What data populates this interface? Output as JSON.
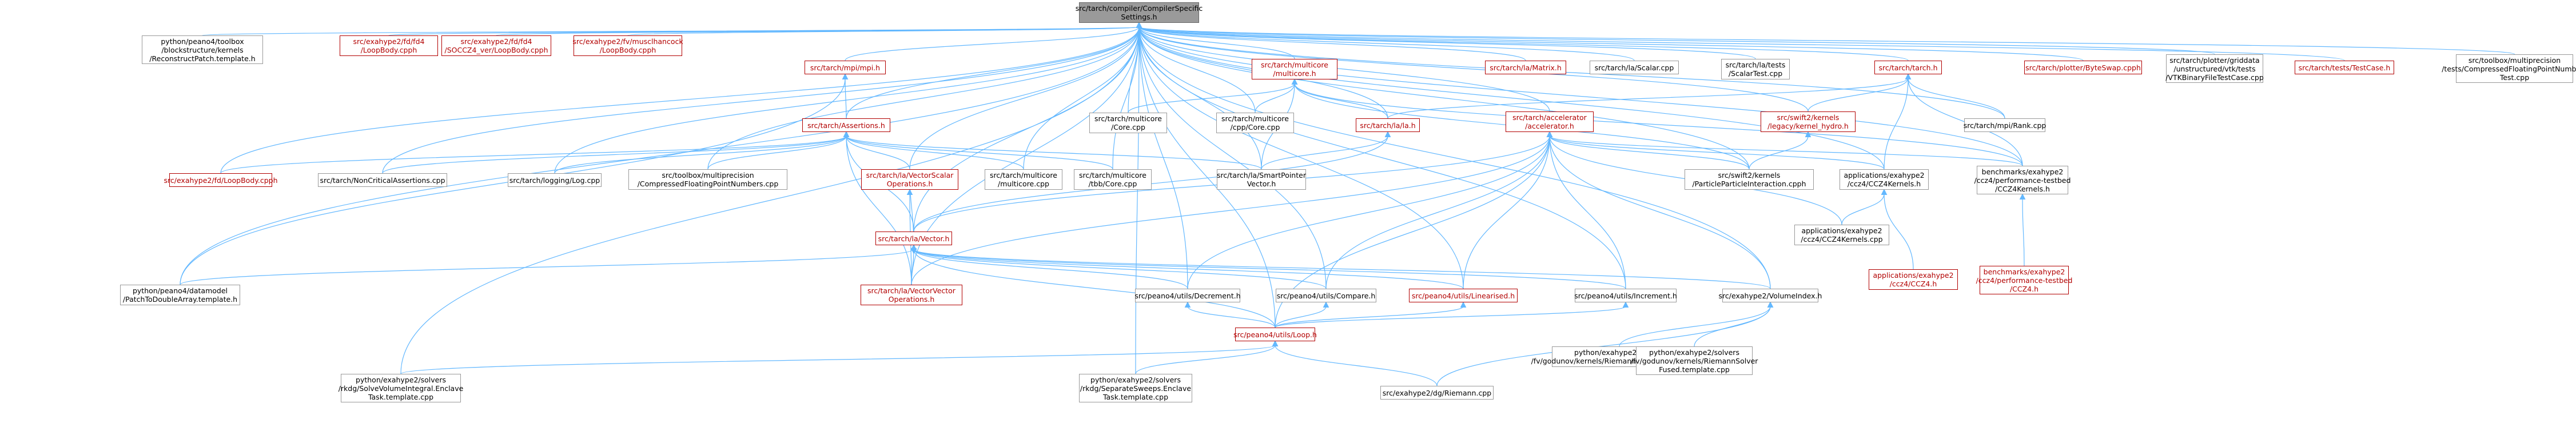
{
  "graph": {
    "edge_color": "#63b8ff",
    "nodes": {
      "root": {
        "label": "src/tarch/compiler/CompilerSpecific\nSettings.h",
        "style": "root"
      },
      "recon": {
        "label": "python/peano4/toolbox\n/blockstructure/kernels\n/ReconstructPatch.template.h",
        "style": "normal"
      },
      "fd4loop": {
        "label": "src/exahype2/fd/fd4\n/LoopBody.cpph",
        "style": "red"
      },
      "fd4soccz4": {
        "label": "src/exahype2/fd/fd4\n/SOCCZ4_ver/LoopBody.cpph",
        "style": "red"
      },
      "musclhancock": {
        "label": "src/exahype2/fv/musclhancock\n/LoopBody.cpph",
        "style": "red"
      },
      "mpih": {
        "label": "src/tarch/mpi/mpi.h",
        "style": "red"
      },
      "assertions": {
        "label": "src/tarch/Assertions.h",
        "style": "red"
      },
      "fdloop": {
        "label": "src/exahype2/fd/LoopBody.cpph",
        "style": "red"
      },
      "noncrit": {
        "label": "src/tarch/NonCriticalAssertions.cpp",
        "style": "normal"
      },
      "logcpp": {
        "label": "src/tarch/logging/Log.cpp",
        "style": "normal"
      },
      "compfloat": {
        "label": "src/toolbox/multiprecision\n/CompressedFloatingPointNumbers.cpp",
        "style": "normal"
      },
      "vecscalar": {
        "label": "src/tarch/la/VectorScalar\nOperations.h",
        "style": "red"
      },
      "mcmulticore": {
        "label": "src/tarch/multicore\n/multicore.cpp",
        "style": "normal"
      },
      "tbbcore": {
        "label": "src/tarch/multicore\n/tbb/Core.cpp",
        "style": "normal"
      },
      "smartptr": {
        "label": "src/tarch/la/SmartPointer\nVector.h",
        "style": "normal"
      },
      "multicoreh": {
        "label": "src/tarch/multicore\n/multicore.h",
        "style": "red"
      },
      "corecpp": {
        "label": "src/tarch/multicore\n/Core.cpp",
        "style": "normal"
      },
      "cppcore": {
        "label": "src/tarch/multicore\n/cpp/Core.cpp",
        "style": "normal"
      },
      "lah": {
        "label": "src/tarch/la/la.h",
        "style": "red"
      },
      "accel": {
        "label": "src/tarch/accelerator\n/accelerator.h",
        "style": "red"
      },
      "matrix": {
        "label": "src/tarch/la/Matrix.h",
        "style": "red"
      },
      "scalarcpp": {
        "label": "src/tarch/la/Scalar.cpp",
        "style": "normal"
      },
      "scalartest": {
        "label": "src/tarch/la/tests\n/ScalarTest.cpp",
        "style": "normal"
      },
      "tarchh": {
        "label": "src/tarch/tarch.h",
        "style": "red"
      },
      "hydro": {
        "label": "src/swift2/kernels\n/legacy/kernel_hydro.h",
        "style": "red"
      },
      "rank": {
        "label": "src/tarch/mpi/Rank.cpp",
        "style": "normal"
      },
      "particle": {
        "label": "src/swift2/kernels\n/ParticleParticleInteraction.cpph",
        "style": "normal"
      },
      "ccz4kh": {
        "label": "applications/exahype2\n/ccz4/CCZ4Kernels.h",
        "style": "normal"
      },
      "benchkh": {
        "label": "benchmarks/exahype2\n/ccz4/performance-testbed\n/CCZ4Kernels.h",
        "style": "normal"
      },
      "ccz4kcpp": {
        "label": "applications/exahype2\n/ccz4/CCZ4Kernels.cpp",
        "style": "normal"
      },
      "ccz4h": {
        "label": "applications/exahype2\n/ccz4/CCZ4.h",
        "style": "red"
      },
      "benchccz4h": {
        "label": "benchmarks/exahype2\n/ccz4/performance-testbed\n/CCZ4.h",
        "style": "red"
      },
      "byteswap": {
        "label": "src/tarch/plotter/ByteSwap.cpph",
        "style": "red"
      },
      "vtkbinary": {
        "label": "src/tarch/plotter/griddata\n/unstructured/vtk/tests\n/VTKBinaryFileTestCase.cpp",
        "style": "normal"
      },
      "testcase": {
        "label": "src/tarch/tests/TestCase.h",
        "style": "red"
      },
      "compfloattest": {
        "label": "src/toolbox/multiprecision\n/tests/CompressedFloatingPointNumbers\nTest.cpp",
        "style": "normal"
      },
      "vectorh": {
        "label": "src/tarch/la/Vector.h",
        "style": "red"
      },
      "vecvec": {
        "label": "src/tarch/la/VectorVector\nOperations.h",
        "style": "red"
      },
      "patchdouble": {
        "label": "python/peano4/datamodel\n/PatchToDoubleArray.template.h",
        "style": "normal"
      },
      "decrement": {
        "label": "src/peano4/utils/Decrement.h",
        "style": "normal"
      },
      "compare": {
        "label": "src/peano4/utils/Compare.h",
        "style": "normal"
      },
      "linearised": {
        "label": "src/peano4/utils/Linearised.h",
        "style": "red"
      },
      "increment": {
        "label": "src/peano4/utils/Increment.h",
        "style": "normal"
      },
      "volumeindex": {
        "label": "src/exahype2/VolumeIndex.h",
        "style": "normal"
      },
      "loop": {
        "label": "src/peano4/utils/Loop.h",
        "style": "red"
      },
      "riemannsolver": {
        "label": "python/exahype2/solvers\n/fv/godunov/kernels/RiemannSolver.template.cpp",
        "style": "normal"
      },
      "riemannfused": {
        "label": "python/exahype2/solvers\n/fv/godunov/kernels/RiemannSolver\nFused.template.cpp",
        "style": "normal"
      },
      "rkdgsolve": {
        "label": "python/exahype2/solvers\n/rkdg/SolveVolumeIntegral.Enclave\nTask.template.cpp",
        "style": "normal"
      },
      "rkdgsep": {
        "label": "python/exahype2/solvers\n/rkdg/SeparateSweeps.Enclave\nTask.template.cpp",
        "style": "normal"
      },
      "riemanncpp": {
        "label": "src/exahype2/dg/Riemann.cpp",
        "style": "normal"
      }
    }
  }
}
